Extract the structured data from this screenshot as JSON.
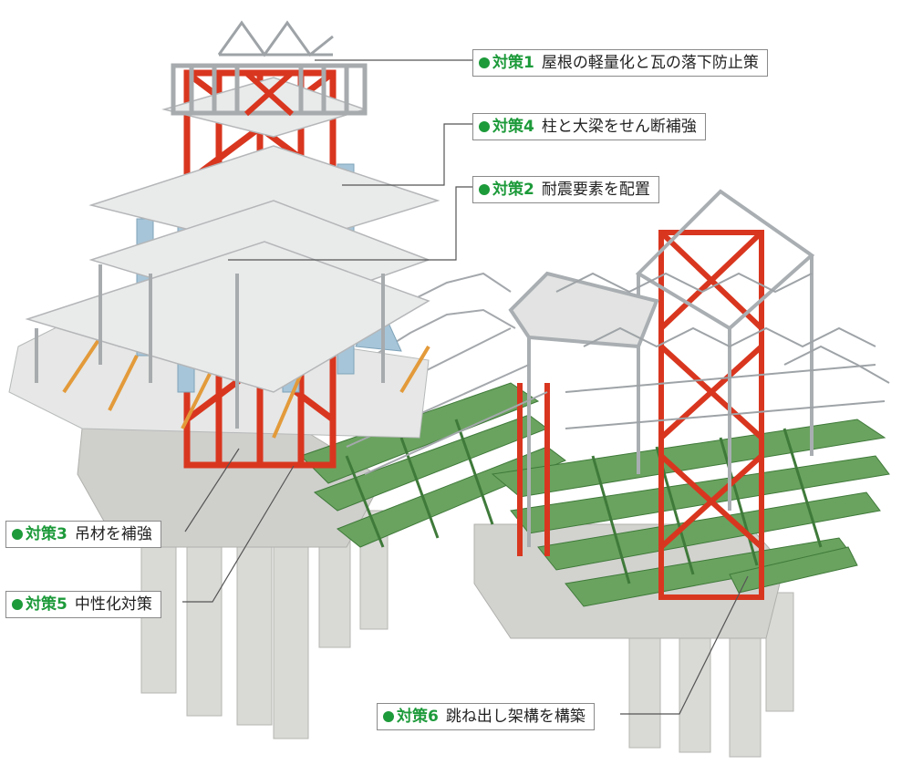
{
  "colors": {
    "accent": "#1d9a3a",
    "steel_red": "#d9361f",
    "beam_green": "#5f9a56",
    "column_blue": "#a6c4d6",
    "concrete": "#d8d8d5",
    "truss_gray": "#b3b7ba",
    "brace_orange": "#e39a3a"
  },
  "callouts": [
    {
      "tag": "対策1",
      "text": "屋根の軽量化と瓦の落下防止策",
      "icon": "green-dot-icon"
    },
    {
      "tag": "対策4",
      "text": "柱と大梁をせん断補強",
      "icon": "green-dot-icon"
    },
    {
      "tag": "対策2",
      "text": "耐震要素を配置",
      "icon": "green-dot-icon"
    },
    {
      "tag": "対策3",
      "text": "吊材を補強",
      "icon": "green-dot-icon"
    },
    {
      "tag": "対策5",
      "text": "中性化対策",
      "icon": "green-dot-icon"
    },
    {
      "tag": "対策6",
      "text": "跳ね出し架構を構築",
      "icon": "green-dot-icon"
    }
  ]
}
